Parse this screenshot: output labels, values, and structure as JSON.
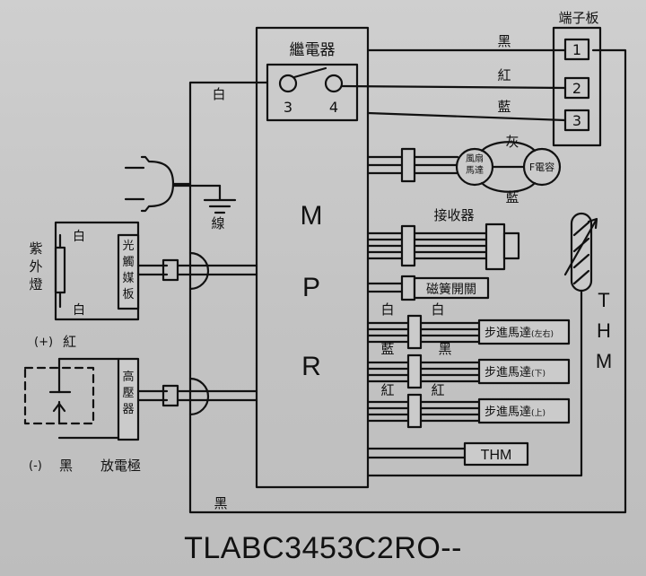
{
  "mpr": {
    "letters": [
      "M",
      "P",
      "R"
    ]
  },
  "relay": {
    "title": "繼電器",
    "pin_left": "3",
    "pin_right": "4"
  },
  "terminal_block": {
    "title": "端子板",
    "terminals": [
      "1",
      "2",
      "3"
    ]
  },
  "wire_labels": {
    "black_1": "黑",
    "red_2": "紅",
    "blue_3": "藍",
    "white_top": "白",
    "gray": "灰",
    "blue_fan": "藍",
    "black_bottom": "黑",
    "white_left": "白",
    "white_right": "白",
    "blue_left": "藍",
    "black_right": "黑",
    "red_left": "紅",
    "red_right": "紅"
  },
  "fan": {
    "label": "風扇馬達"
  },
  "capacitor": {
    "label": "F電容"
  },
  "receiver": {
    "label": "接收器"
  },
  "reed_switch": {
    "label": "磁簧開關"
  },
  "step_motors": [
    {
      "label": "步進馬達",
      "suffix": "(左右)"
    },
    {
      "label": "步進馬達",
      "suffix": "(下)"
    },
    {
      "label": "步進馬達",
      "suffix": "(上)"
    }
  ],
  "thm_box": {
    "label": "THM"
  },
  "thm_side": {
    "letters": [
      "T",
      "H",
      "M"
    ]
  },
  "ground": {
    "label": "線"
  },
  "uv_lamp": {
    "label": "紫外燈",
    "wire_top": "白",
    "wire_bottom": "白"
  },
  "photo_board": {
    "label": "光觸媒板"
  },
  "hv": {
    "label": "高壓器"
  },
  "discharge": {
    "plus": "(+)",
    "plus_color": "紅",
    "minus": "(-)",
    "minus_color": "黑",
    "label": "放電極"
  },
  "model_code": "TLABC3453C2RO--"
}
